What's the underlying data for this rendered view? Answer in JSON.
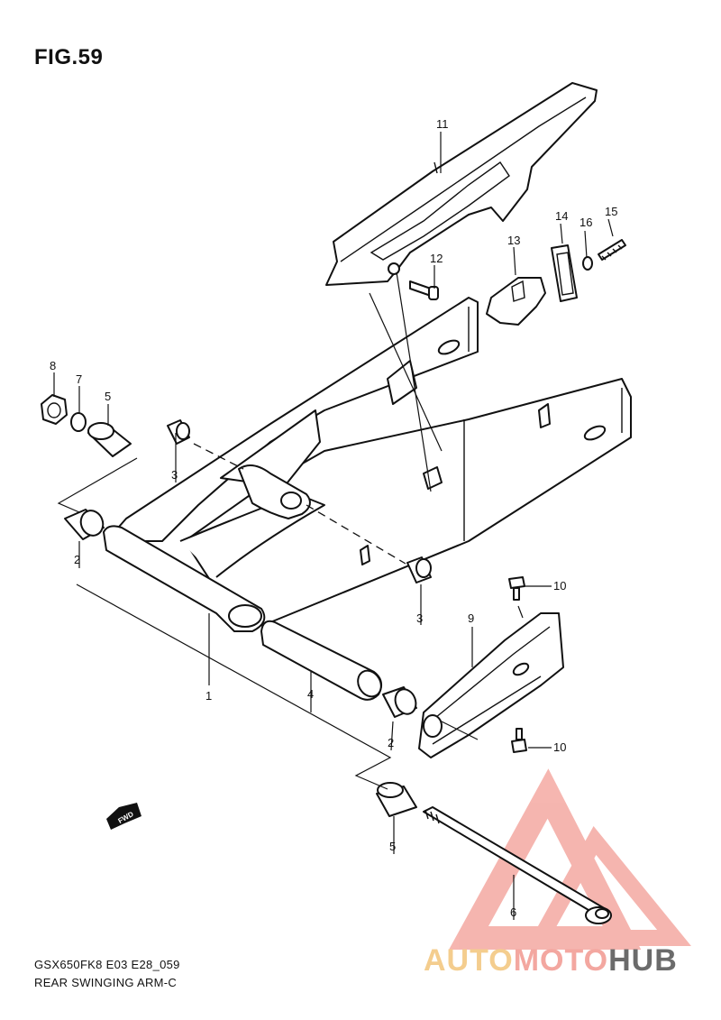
{
  "figure": {
    "title": "FIG.59"
  },
  "callouts": [
    "1",
    "2",
    "2",
    "3",
    "3",
    "4",
    "5",
    "5",
    "6",
    "7",
    "8",
    "9",
    "10",
    "10",
    "11",
    "12",
    "13",
    "14",
    "15",
    "16"
  ],
  "fwd_label": "FWD",
  "footer": {
    "code": "GSX650FK8 E03 E28_059",
    "name": "REAR SWINGING ARM-C"
  },
  "watermark": {
    "part1": "AUTO",
    "part2": "MOTO",
    "part3": "HUB",
    "colors": [
      "#f4cd8e",
      "#f3a7a0",
      "#6b6b6b"
    ]
  }
}
